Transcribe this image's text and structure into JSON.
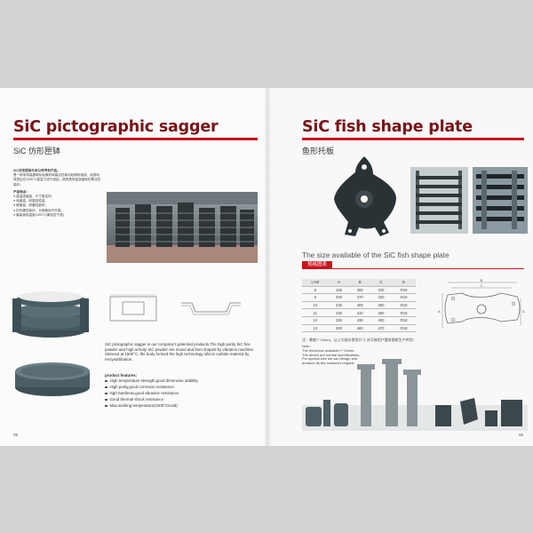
{
  "left_page": {
    "title": "SiC pictographic sagger",
    "subtitle_cn": "SiC 仿形匣钵",
    "intro_cn": "SiC仿形匣钵为本公司专利产品。",
    "body_cn": "是一种采用高度碳化硅微粉和高活性碳化硅微粉组成，经振动成型后在1500°C高温下进行烧结，使其具有高强度和抗氧化性能好。",
    "features_title_cn": "产品特点：",
    "features_cn": [
      "高温强度高、尺寸稳定好。",
      "纯度高、耐腐蚀性能。",
      "硬度高、耐磨性能好。",
      "抗热震性能好，长期使用不开裂。",
      "最高使用温度1500°C(氧化性气氛)"
    ],
    "description_en": "SiC pictographic sagger is our company's patented products.The high purity SiC fine powder and high activity SiC powder are mixed and then shaped by vibration machine. Sintered at 1500°C, the body formed the high technology silicon carbide material by recrystallization.",
    "features_title_en": "product features:",
    "features_en": [
      "High temperature strength,good dimension stability.",
      "High purity,good corrosion resistance.",
      "high hardness,good abrasive resistance.",
      "Good thermal shock resistance.",
      "Max.working temperature(1500°Cloxid)"
    ],
    "page_number": "05"
  },
  "right_page": {
    "title": "SiC fish shape plate",
    "subtitle_cn": "鱼形托板",
    "size_title": "The size available of the SiC fish shape plate",
    "table_tag_cn": "规格图表",
    "table": {
      "headers": [
        "L×W",
        "A",
        "B",
        "C",
        "D"
      ],
      "rows": [
        [
          "6",
          "165",
          "285",
          "240",
          "Φ18"
        ],
        [
          "8",
          "200",
          "370",
          "320",
          "Φ18"
        ],
        [
          "10",
          "230",
          "405",
          "350",
          "Φ18"
        ],
        [
          "11",
          "230",
          "410",
          "360",
          "Φ18"
        ],
        [
          "12",
          "230",
          "430",
          "400",
          "Φ18"
        ],
        [
          "13",
          "300",
          "460",
          "470",
          "Φ18"
        ]
      ]
    },
    "drawing_labels": {
      "a": "A",
      "b": "B",
      "c": "C",
      "d": "D"
    },
    "note_cn": "注：厚度7~10mm，以上为部分常用尺寸,亦可按用户要求图纸生产供货!",
    "note_en_title": "Note:",
    "note_en": [
      "The thickness available:7~10mm.",
      "The above are normal specifications.",
      "For special size we can design and",
      "produce as the customer request."
    ],
    "page_number": "06"
  },
  "colors": {
    "title": "#7a1418",
    "accent_red": "#c8141c",
    "background": "#d2d2d2",
    "sic_gray": "#56646a"
  },
  "images": {
    "kiln": "photo-kiln-stacks",
    "saggers": "photo-stacked-saggers",
    "plate": "photo-fish-plate",
    "stacked_plates_1": "photo-stacked-plates",
    "stacked_plates_2": "photo-stacked-plates-2",
    "products": "photo-sic-products"
  }
}
